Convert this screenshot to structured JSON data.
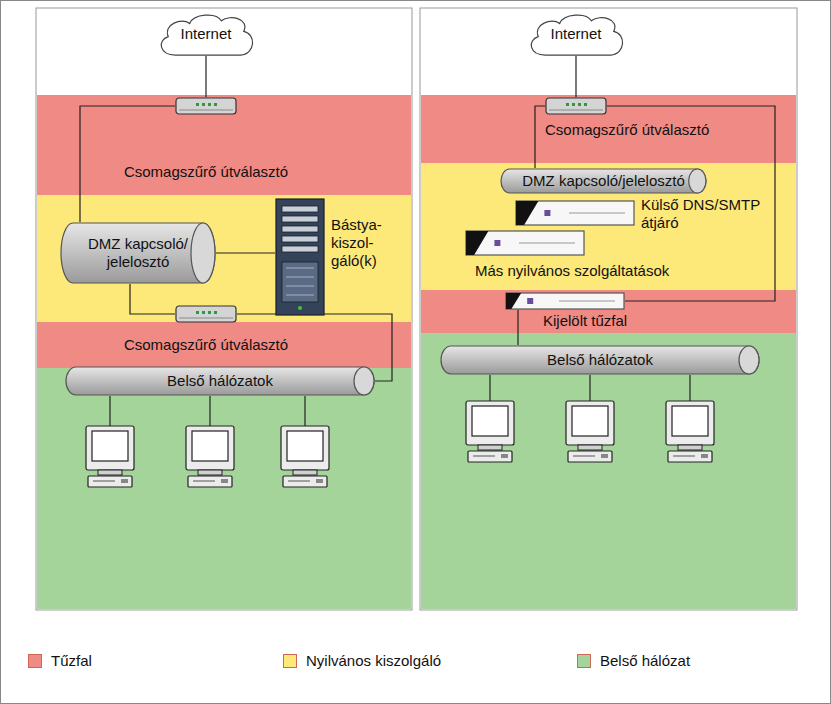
{
  "diagram": {
    "nodes": [
      {
        "text": [
          "Internet"
        ]
      },
      {
        "text": [
          "Csomagszűrő útválasztó"
        ]
      },
      {
        "text": [
          "DMZ kapcsoló/ jelelosztó"
        ]
      },
      {
        "text": [
          "Bástya- kiszol- gáló(k)"
        ]
      },
      {
        "text": [
          "Csomagszűrő útválasztó"
        ]
      },
      {
        "text": [
          "Belső hálózatok"
        ]
      },
      {
        "text": [
          "Internet"
        ]
      },
      {
        "text": [
          "Csomagszűrő útválasztó"
        ]
      },
      {
        "text": [
          "DMZ kapcsoló/jelelosztó"
        ]
      },
      {
        "text": [
          "Külső DNS/SMTP átjáró"
        ]
      },
      {
        "text": [
          "Más nyilvános szolgáltatások"
        ]
      },
      {
        "text": [
          "Kijelölt tűzfal"
        ]
      },
      {
        "text": [
          "Belső hálózatok"
        ]
      }
    ],
    "edges": [
      {
        "from": 0,
        "to": 1,
        "arrow": "none"
      },
      {
        "from": 1,
        "to": 2,
        "arrow": "none"
      },
      {
        "from": 2,
        "to": 3,
        "arrow": "none"
      },
      {
        "from": 2,
        "to": 4,
        "arrow": "none"
      },
      {
        "from": 4,
        "to": 5,
        "arrow": "none"
      },
      {
        "from": 6,
        "to": 7,
        "arrow": "none"
      },
      {
        "from": 7,
        "to": 8,
        "arrow": "none"
      },
      {
        "from": 7,
        "to": 11,
        "arrow": "none"
      },
      {
        "from": 11,
        "to": 12,
        "arrow": "none"
      }
    ],
    "legend": [
      {
        "text": "Tűzfal",
        "color": "#f08a84"
      },
      {
        "text": "Nyilvános kiszolgáló",
        "color": "#fde87a"
      },
      {
        "text": "Belső hálózat",
        "color": "#a5d49a"
      }
    ]
  }
}
